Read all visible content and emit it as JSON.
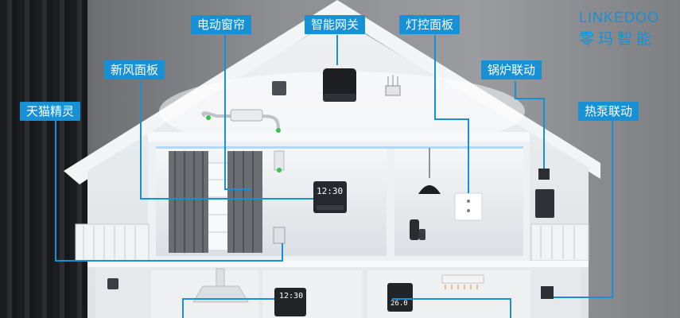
{
  "brand": {
    "name_en": "LINKEDOO",
    "name_cn": "零玛智能"
  },
  "labels": {
    "curtain_motor": "电动窗帘",
    "smart_gateway": "智能网关",
    "light_panel": "灯控面板",
    "fresh_air_panel": "新风面板",
    "boiler_link": "锅炉联动",
    "tmall_genie": "天猫精灵",
    "heat_pump_link": "热泵联动"
  },
  "displays": {
    "thermostat_time": "12:30",
    "thermostat_time_2": "12:30",
    "lower_display": "26.0"
  },
  "colors": {
    "accent": "#1790d6",
    "wall": "#e9ecef",
    "glow": "#cfe9ff"
  }
}
